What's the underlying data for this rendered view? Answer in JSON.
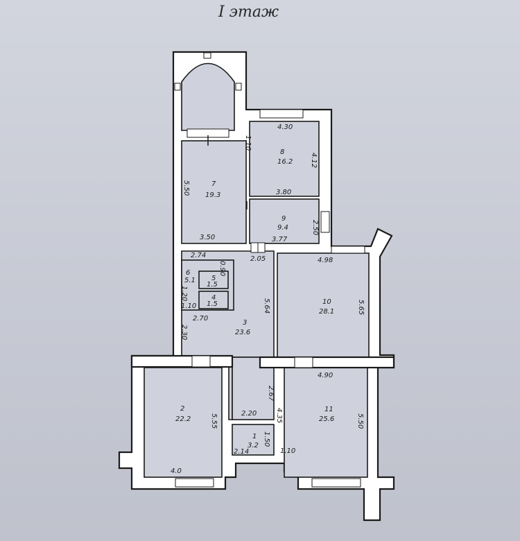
{
  "title": "I этаж",
  "rooms": [
    {
      "id": "1",
      "number": "1",
      "area": "3.2"
    },
    {
      "id": "2",
      "number": "2",
      "area": "22.2"
    },
    {
      "id": "3",
      "number": "3",
      "area": "23.6"
    },
    {
      "id": "4",
      "number": "4",
      "area": "1.5"
    },
    {
      "id": "5",
      "number": "5",
      "area": "1.5"
    },
    {
      "id": "6",
      "number": "6",
      "area": "5.1"
    },
    {
      "id": "7",
      "number": "7",
      "area": "19.3"
    },
    {
      "id": "8",
      "number": "8",
      "area": "16.2"
    },
    {
      "id": "9",
      "number": "9",
      "area": "9.4"
    },
    {
      "id": "10",
      "number": "10",
      "area": "28.1"
    },
    {
      "id": "11",
      "number": "11",
      "area": "25.6"
    }
  ],
  "dimensions": {
    "d_430": "4.30",
    "d_110_top": "1.10",
    "d_412": "4.12",
    "d_380": "3.80",
    "d_550_room7": "5.50",
    "d_350": "3.50",
    "d_377": "3.77",
    "d_250": "2.50",
    "d_274": "2.74",
    "d_205": "2.05",
    "d_498": "4.98",
    "d_120": "1.20",
    "d_090": "0.90",
    "d_110_left": "1.10",
    "d_270": "2.70",
    "d_564": "5.64",
    "d_565": "5.65",
    "d_230": "2.30",
    "d_490": "4.90",
    "d_267": "2.67",
    "d_220": "2.20",
    "d_555": "5.55",
    "d_435": "4.35",
    "d_550_room11": "5.50",
    "d_150": "1.50",
    "d_214": "2.14",
    "d_110_bottom": "1.10",
    "d_40": "4.0"
  }
}
